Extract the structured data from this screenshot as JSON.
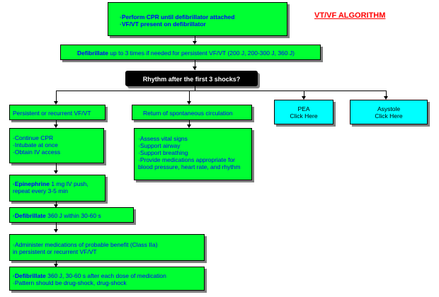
{
  "title": "VT/VF ALGORITHM",
  "top_box": {
    "lines": [
      "·Perform CPR until defibrillator attached",
      "·VF/VT present on defibrillator"
    ]
  },
  "defib_box": {
    "bold": "Defibrillate",
    "text": " up to 3 times if needed for persistent VF/VT (200 J, 200-300 J, 360 J)"
  },
  "rhythm_box": {
    "text": "Rhythm after the first 3 shocks?"
  },
  "branches": {
    "persistent": "Persistent or recurrent VF/VT",
    "rosc": "Return of spontaneous circulation",
    "pea": [
      "PEA",
      "Click Here"
    ],
    "asystole": [
      "Asystole",
      "Click Here"
    ]
  },
  "cpr_box": {
    "lines": [
      "·Continue CPR",
      "·Intubate at once",
      "·Obtain IV access"
    ]
  },
  "rosc_box": {
    "lines": [
      "·Assess vital signs",
      "·Support airway",
      "·Support breathing",
      "·Provide medications appropriate for",
      " blood pressure, heart rate, and rhythm"
    ]
  },
  "epi_box": {
    "bold": "·Epinephrine",
    "text": " 1 mg IV push,",
    "line2": " repeat every 3-5 min"
  },
  "defib2_box": {
    "bold": "·Defibrillate",
    "text": " 360 J within 30-60 s"
  },
  "med_box": {
    "lines": [
      "·Administer medications of probable benefit (Class IIa)",
      " in persistent or recurrent VF/VT"
    ]
  },
  "defib3_box": {
    "bold": "·Defibrillate",
    "text": " 360 J, 30-60 s after each dose of medication",
    "line2": "·Pattern should be drug-shock, drug-shock"
  }
}
